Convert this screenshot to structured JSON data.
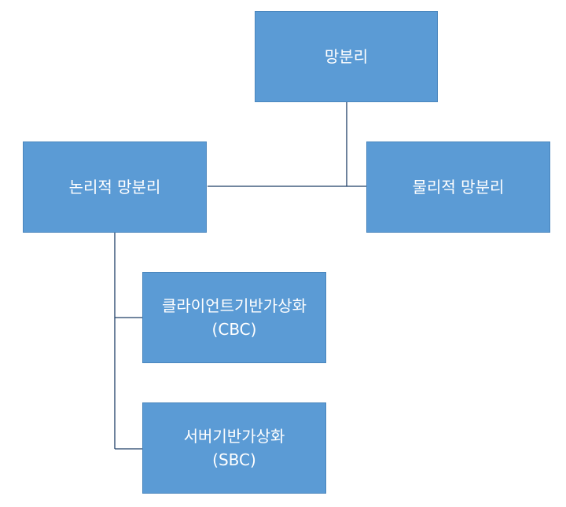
{
  "diagram": {
    "root": {
      "label": "망분리"
    },
    "logical": {
      "label": "논리적 망분리"
    },
    "physical": {
      "label": "물리적 망분리"
    },
    "children": [
      {
        "line1": "클라이언트기반가상화",
        "line2": "(CBC)"
      },
      {
        "line1": "서버기반가상화",
        "line2": "(SBC)"
      }
    ],
    "colors": {
      "box_fill": "#5b9bd5",
      "connector": "#1f3f66",
      "text": "#ffffff"
    }
  }
}
